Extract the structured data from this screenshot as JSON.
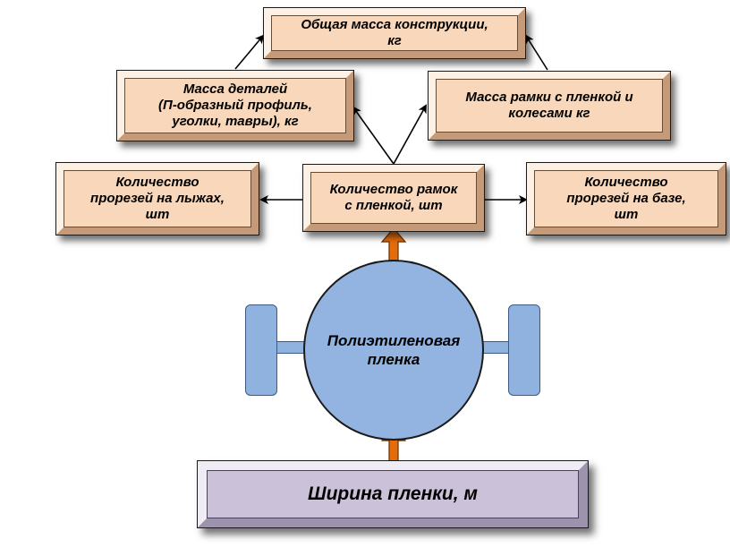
{
  "boxes": {
    "total_mass": "Общая масса конструкции,\nкг",
    "parts_mass": "Масса деталей\n(П-образный профиль,\nуголки, тавры), кг",
    "frame_mass": "Масса рамки с пленкой и\nколесами кг",
    "skis_cuts": "Количество\nпрорезей на лыжах,\nшт",
    "frames_count": "Количество рамок\nс пленкой, шт",
    "base_cuts": "Количество\nпрорезей на базе,\nшт",
    "film": "Полиэтиленовая\nпленка",
    "film_width": "Ширина пленки, м"
  },
  "colors": {
    "box_fill": "#f9d7ba",
    "base_fill": "#cbc1d8",
    "wheel_fill": "#8fb2de",
    "arrow_orange": "#e46c0a",
    "line_color": "#000000"
  }
}
